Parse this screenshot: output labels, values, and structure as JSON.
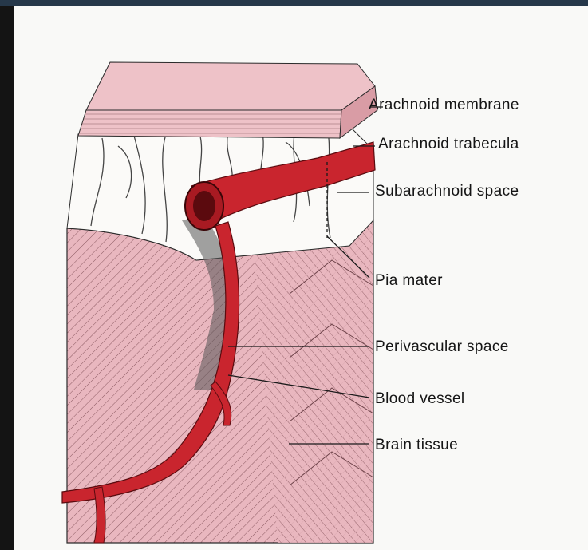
{
  "labels": {
    "arachnoid_membrane": "Arachnoid membrane",
    "arachnoid_trabecula": "Arachnoid trabecula",
    "subarachnoid_space": "Subarachnoid space",
    "pia_mater": "Pia mater",
    "perivascular_space": "Perivascular space",
    "blood_vessel": "Blood vessel",
    "brain_tissue": "Brain tissue"
  },
  "colors": {
    "tissue_pink": "#e9b7bf",
    "membrane_pink": "#eec2c8",
    "vessel_red": "#c9252e",
    "vessel_dark": "#7d1216",
    "ink": "#1a1a1a",
    "background": "#f9f9f7",
    "frame": "#26384a"
  }
}
